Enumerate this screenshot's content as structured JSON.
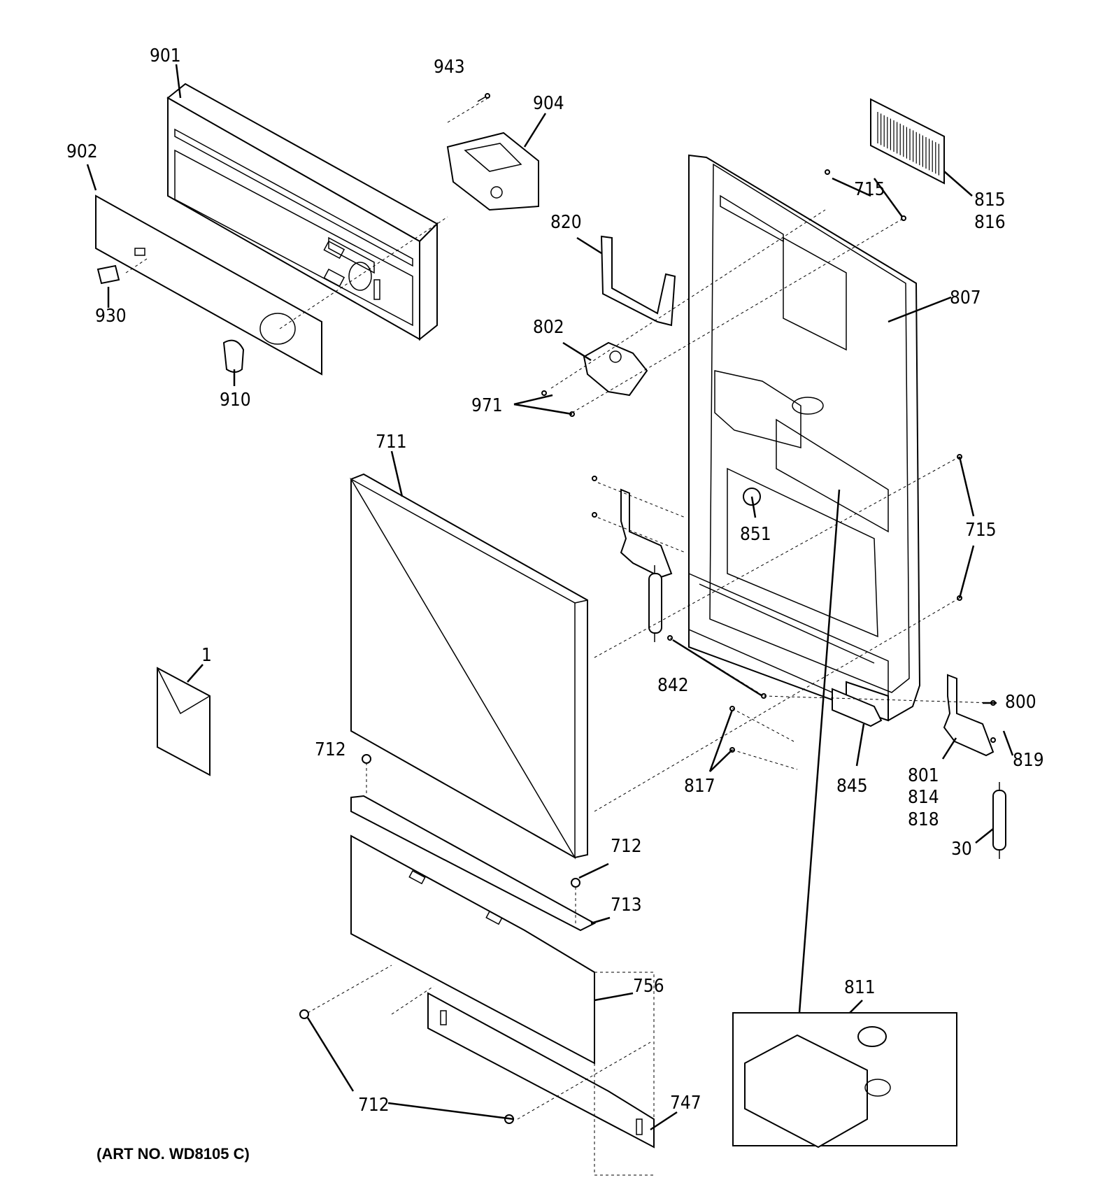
{
  "art_number": "(ART NO. WD8105 C)",
  "labels": {
    "l901": "901",
    "l902": "902",
    "l930": "930",
    "l910": "910",
    "l943": "943",
    "l904": "904",
    "l820": "820",
    "l802": "802",
    "l971": "971",
    "l715a": "715",
    "l715b": "715",
    "l815": "815",
    "l816": "816",
    "l807": "807",
    "l851": "851",
    "l711": "711",
    "l1": "1",
    "l842": "842",
    "l817": "817",
    "l845": "845",
    "l800": "800",
    "l819": "819",
    "l801": "801",
    "l814": "814",
    "l818": "818",
    "l30": "30",
    "l712a": "712",
    "l712b": "712",
    "l712c": "712",
    "l713": "713",
    "l756": "756",
    "l811": "811",
    "l747": "747"
  }
}
